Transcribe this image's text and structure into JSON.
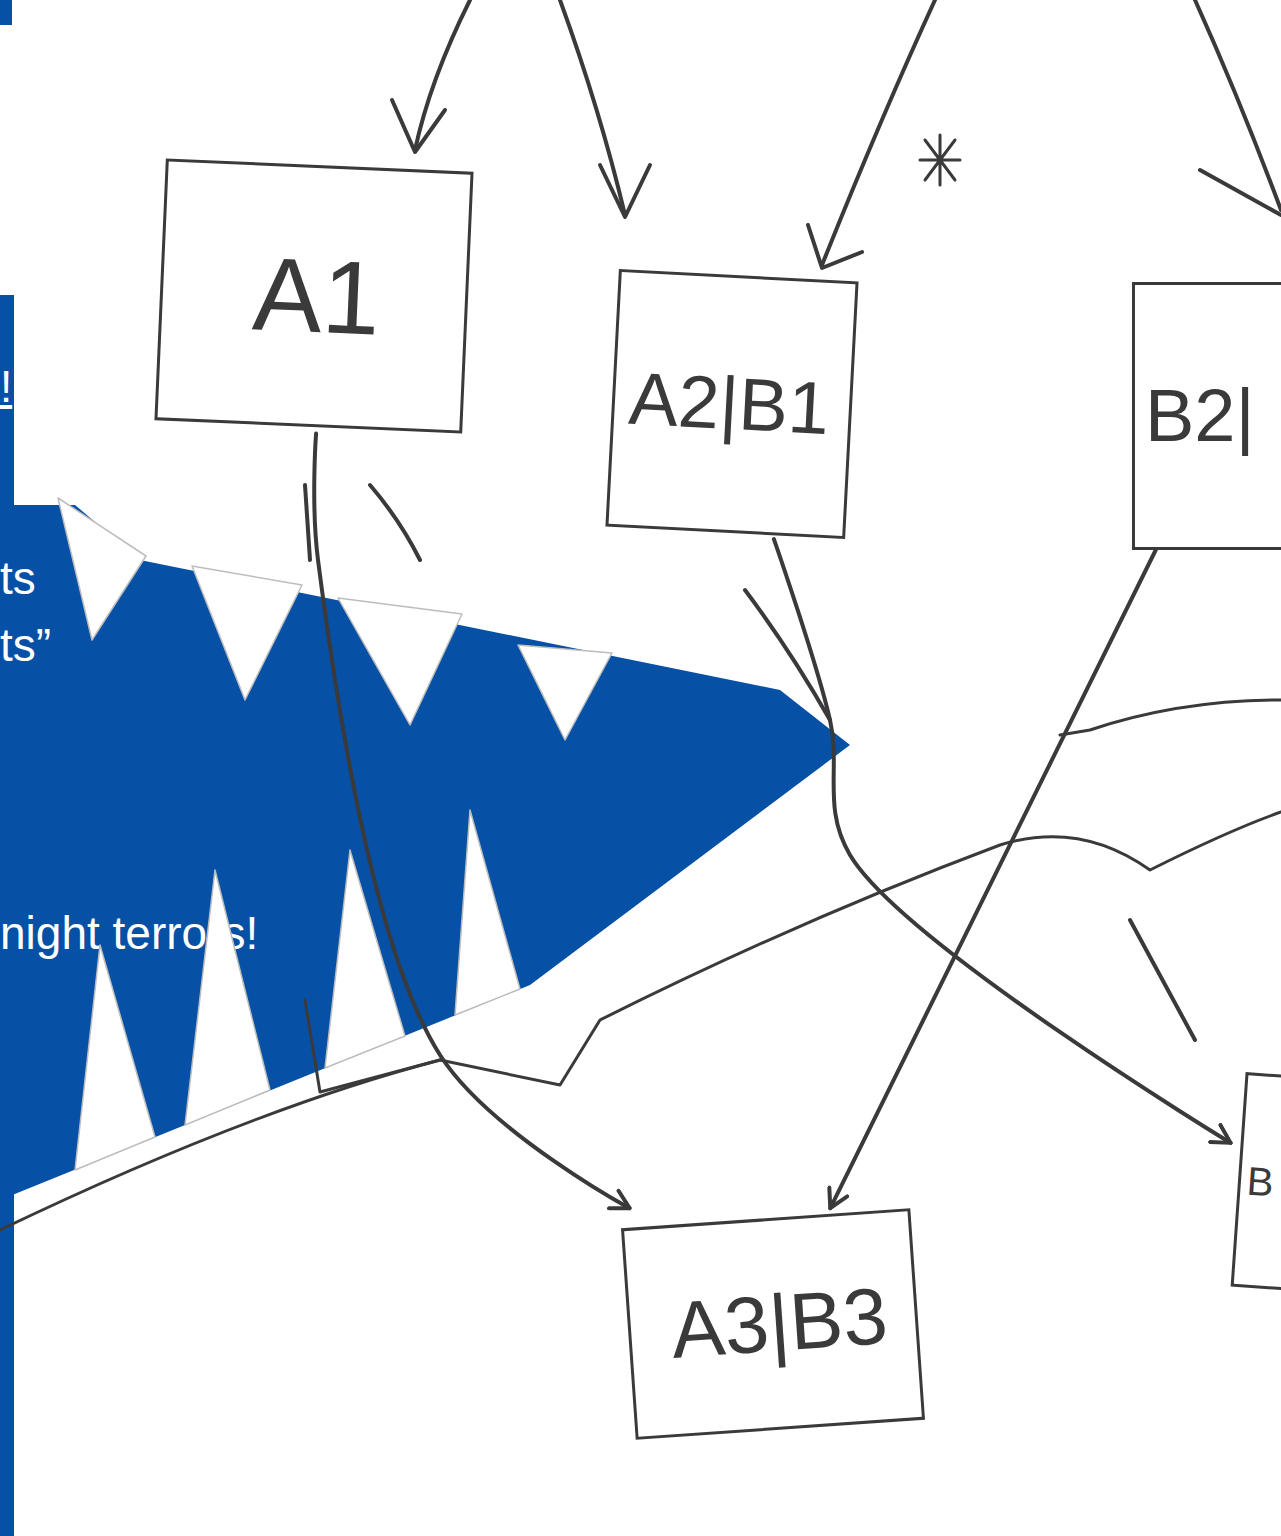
{
  "diagram": {
    "nodes": [
      {
        "text": [
          "A1"
        ]
      },
      {
        "text": [
          "A2|B1"
        ]
      },
      {
        "text": [
          "B2|"
        ]
      },
      {
        "text": [
          "A3|B3"
        ]
      },
      {
        "text": [
          "B"
        ]
      }
    ],
    "edges": [
      {
        "from": 0,
        "to": 3,
        "arrow": "to"
      },
      {
        "from": 1,
        "to": 4,
        "arrow": "to"
      },
      {
        "from": 2,
        "to": 3,
        "arrow": "to"
      }
    ],
    "labels": [
      "!",
      "ts",
      "ts”",
      "night terrors!"
    ]
  }
}
